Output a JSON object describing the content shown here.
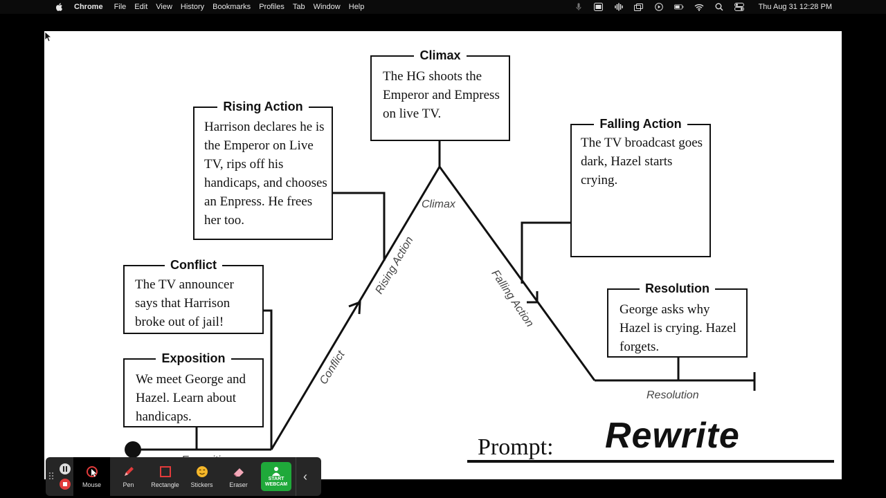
{
  "menubar": {
    "app": "Chrome",
    "items": [
      "File",
      "Edit",
      "View",
      "History",
      "Bookmarks",
      "Profiles",
      "Tab",
      "Window",
      "Help"
    ],
    "clock": "Thu Aug 31  12:28 PM",
    "status_icons": [
      "mic-icon",
      "browser-icon",
      "audio-icon",
      "screen-icon",
      "play-icon",
      "battery-icon",
      "wifi-icon",
      "search-icon",
      "control-center-icon"
    ]
  },
  "diagram": {
    "climax": {
      "title": "Climax",
      "body": "The HG shoots the Emperor and Empress on live TV."
    },
    "rising_action": {
      "title": "Rising Action",
      "body": "Harrison declares he is the Emperor on Live TV, rips off his handicaps, and chooses an Enpress. He frees her too."
    },
    "falling_action": {
      "title": "Falling Action",
      "body": "The TV broadcast goes dark, Hazel starts crying."
    },
    "conflict": {
      "title": "Conflict",
      "body": "The TV announcer says that Harrison broke out of jail!"
    },
    "resolution": {
      "title": "Resolution",
      "body": "George asks why Hazel is  crying. Hazel forgets."
    },
    "exposition": {
      "title": "Exposition",
      "body": "We meet George and Hazel. Learn about handicaps."
    },
    "line_labels": {
      "climax": "Climax",
      "rising_action": "Rising Action",
      "falling_action": "Falling Action",
      "conflict": "Conflict",
      "resolution": "Resolution",
      "exposition": "Exposition"
    },
    "prompt_label": "Prompt:",
    "prompt_value": "Rewrite"
  },
  "toolbar": {
    "tools": [
      {
        "label": "Mouse",
        "icon": "mouse-pointer-icon",
        "active": true
      },
      {
        "label": "Pen",
        "icon": "pen-icon"
      },
      {
        "label": "Rectangle",
        "icon": "rectangle-icon"
      },
      {
        "label": "Stickers",
        "icon": "sticker-icon"
      },
      {
        "label": "Eraser",
        "icon": "eraser-icon"
      }
    ],
    "webcam_label_1": "START",
    "webcam_label_2": "WEBCAM",
    "accent_green": "#1fa93a"
  }
}
